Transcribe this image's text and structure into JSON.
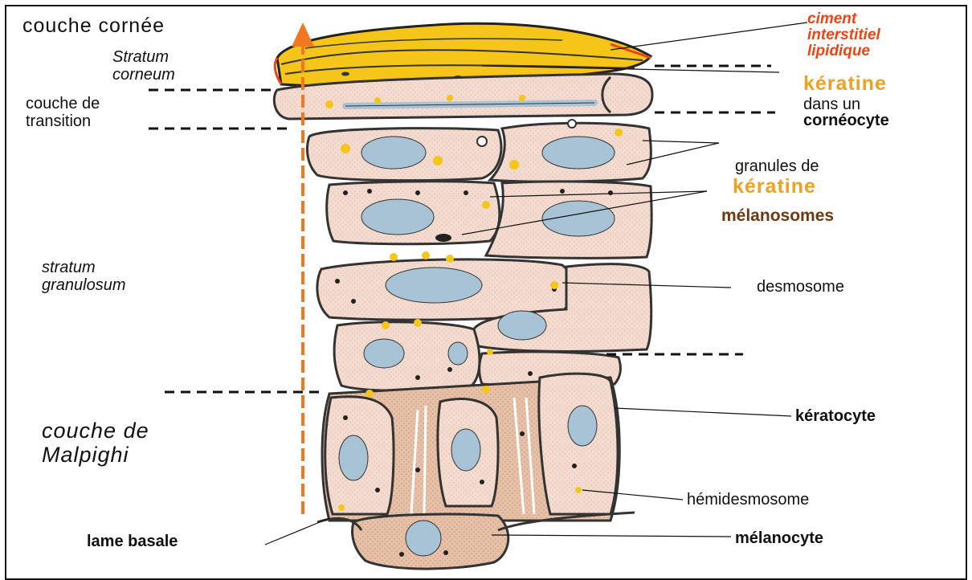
{
  "labels_left": {
    "couche_cornee": "couche cornée",
    "stratum_corneum": "Stratum\ncorneum",
    "couche_transition": "couche de\ntransition",
    "stratum_granulosum": "stratum\ngranulosum",
    "couche_malpighi": "couche de\nMalpighi",
    "lame_basale": "lame basale"
  },
  "labels_right": {
    "ciment": "ciment\ninterstitiel\nlipidique",
    "keratine": "kératine",
    "dans_un": "dans un",
    "corneocyte": "cornéocyte",
    "granules_de": "granules de",
    "keratine_2": "kératine",
    "melanosomes": "mélanosomes",
    "desmosome": "desmosome",
    "keratocyte": "kératocyte",
    "hemidesmosome": "hémidesmosome",
    "melanocyte": "mélanocyte"
  },
  "colors": {
    "arrow": "#f07820",
    "ciment": "#ee4411",
    "keratine": "#f0a020",
    "melanosomes": "#6b3a14",
    "cell_fill": "#f3dccf",
    "nucleus": "#a9c3d6",
    "corneum": "#f5c51a"
  }
}
